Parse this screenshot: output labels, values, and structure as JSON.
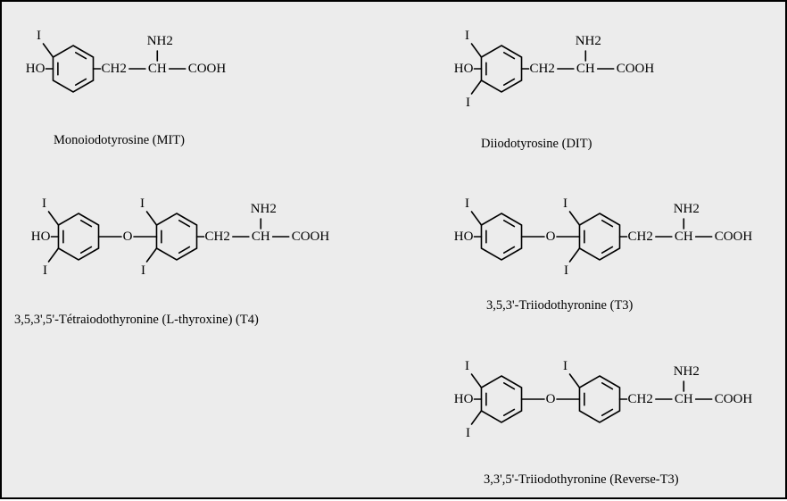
{
  "labels": {
    "iodine": "I",
    "hydroxyl": "HO",
    "amine": "NH2",
    "ch2": "CH2",
    "ch": "CH",
    "carboxyl": "COOH",
    "ether_oxygen": "O"
  },
  "molecules": [
    {
      "id": "mit",
      "caption": "Monoiodotyrosine (MIT)"
    },
    {
      "id": "dit",
      "caption": "Diiodotyrosine (DIT)"
    },
    {
      "id": "t4",
      "caption": "3,5,3',5'-Tétraiodothyronine (L-thyroxine) (T4)"
    },
    {
      "id": "t3",
      "caption": "3,5,3'-Triiodothyronine (T3)"
    },
    {
      "id": "rt3",
      "caption": "3,3',5'-Triiodothyronine (Reverse-T3)"
    }
  ],
  "colors": {
    "background": "#ececec",
    "border": "#000000",
    "ink": "#000000"
  }
}
